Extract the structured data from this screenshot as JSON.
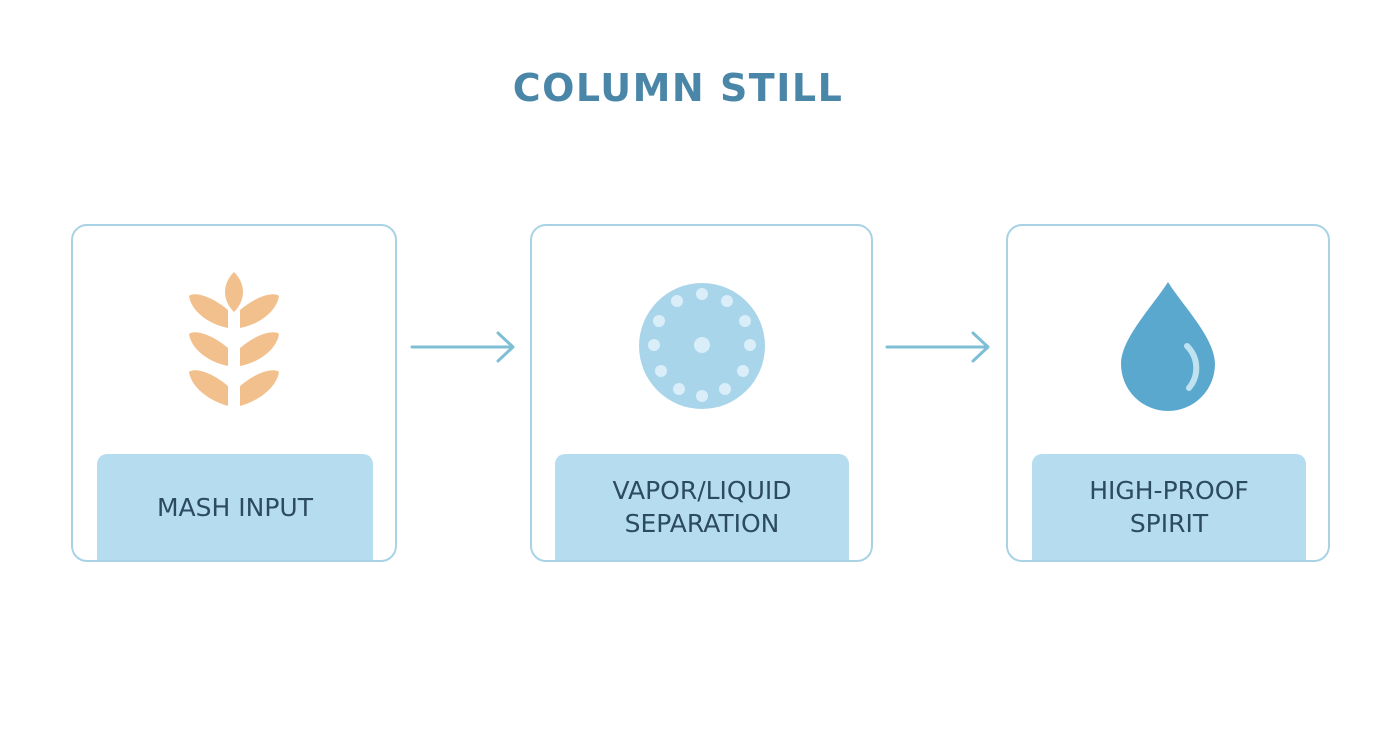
{
  "diagram": {
    "title": "COLUMN STILL",
    "steps": [
      {
        "label": "MASH INPUT",
        "icon": "wheat-icon"
      },
      {
        "label": "VAPOR/LIQUID\nSEPARATION",
        "icon": "perforated-plate-icon"
      },
      {
        "label": "HIGH-PROOF\nSPIRIT",
        "icon": "droplet-icon"
      }
    ],
    "arrows": [
      "arrow-right-icon",
      "arrow-right-icon"
    ],
    "colors": {
      "title": "#4a86a8",
      "card_border": "#a9d3e5",
      "label_fill": "#b6dcf0",
      "label_text": "#2c4a60",
      "wheat": "#f2c08d",
      "plate": "#a9d5ea",
      "droplet": "#5ba8cf",
      "arrow": "#7fbfd5"
    }
  }
}
